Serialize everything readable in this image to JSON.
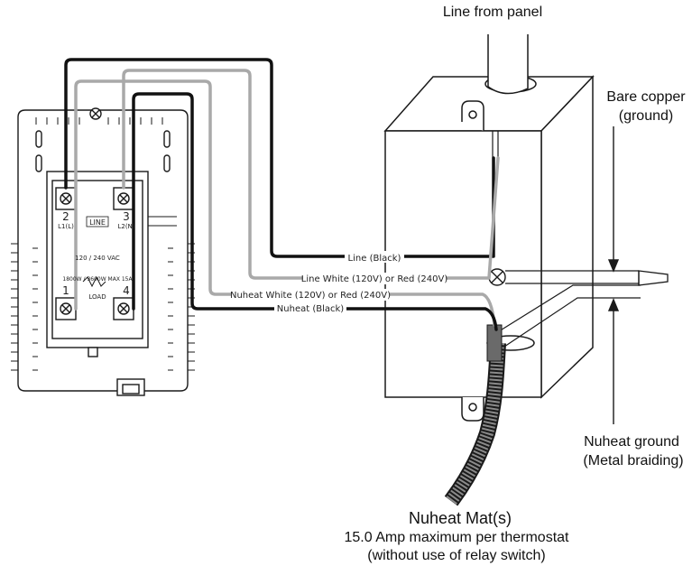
{
  "labels": {
    "line_from_panel": "Line  from panel",
    "bare_copper_1": "Bare copper",
    "bare_copper_2": "(ground)",
    "nuheat_ground_1": "Nuheat ground",
    "nuheat_ground_2": "(Metal braiding)",
    "mat_title": "Nuheat Mat(s)",
    "mat_line2": "15.0 Amp maximum per thermostat",
    "mat_line3": "(without use of relay switch)"
  },
  "wire_labels": {
    "line_black": "Line (Black)",
    "line_white": "Line White (120V) or Red (240V)",
    "nuheat_white": "Nuheat White (120V) or Red (240V)",
    "nuheat_black": "Nuheat (Black)"
  },
  "thermostat": {
    "term2": "2",
    "term2_sub": "L1(L)",
    "term3": "3",
    "term3_sub": "L2(N)",
    "line_tag": "LINE",
    "voltage": "120 / 240 VAC",
    "rating": "1800W / 3600W MAX 15A",
    "term1": "1",
    "term4": "4",
    "load_tag": "LOAD"
  },
  "colors": {
    "black_wire": "#111111",
    "gray_wire": "#a9a9a9",
    "outline": "#1a1a1a"
  }
}
